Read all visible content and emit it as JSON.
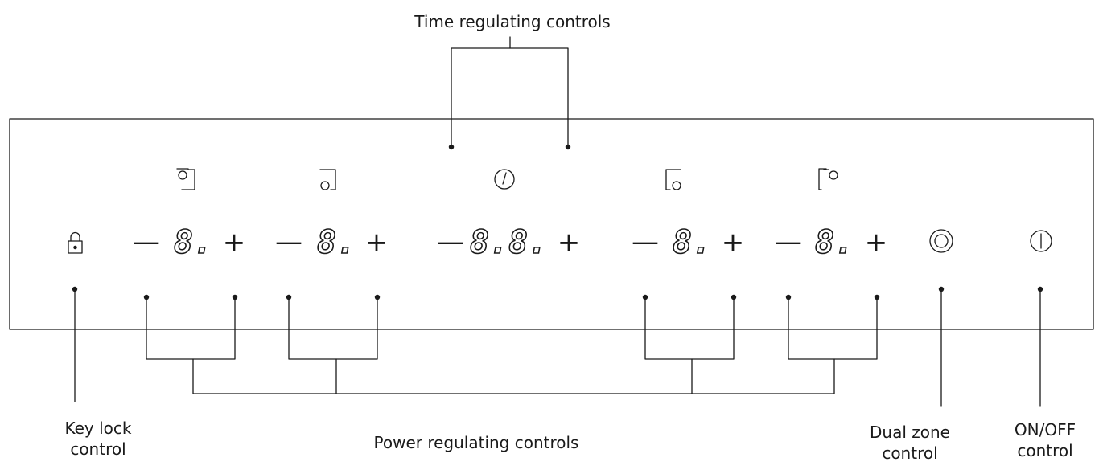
{
  "labels": {
    "time": "Time regulating controls",
    "power": "Power regulating controls",
    "key_lock": {
      "line1": "Key lock",
      "line2": "control"
    },
    "dual_zone": {
      "line1": "Dual zone",
      "line2": "control"
    },
    "on_off": {
      "line1": "ON/OFF",
      "line2": "control"
    }
  },
  "displays": {
    "zone1": "8.",
    "zone2": "8.",
    "timer": "8.8.",
    "zone3": "8.",
    "zone4": "8."
  },
  "buttons": {
    "minus": "—",
    "plus": "+"
  },
  "icons": [
    "zone-front-left-icon",
    "zone-rear-left-icon",
    "timer-icon",
    "zone-rear-right-icon",
    "zone-front-right-icon",
    "lock-icon",
    "dual-zone-icon",
    "power-icon"
  ]
}
